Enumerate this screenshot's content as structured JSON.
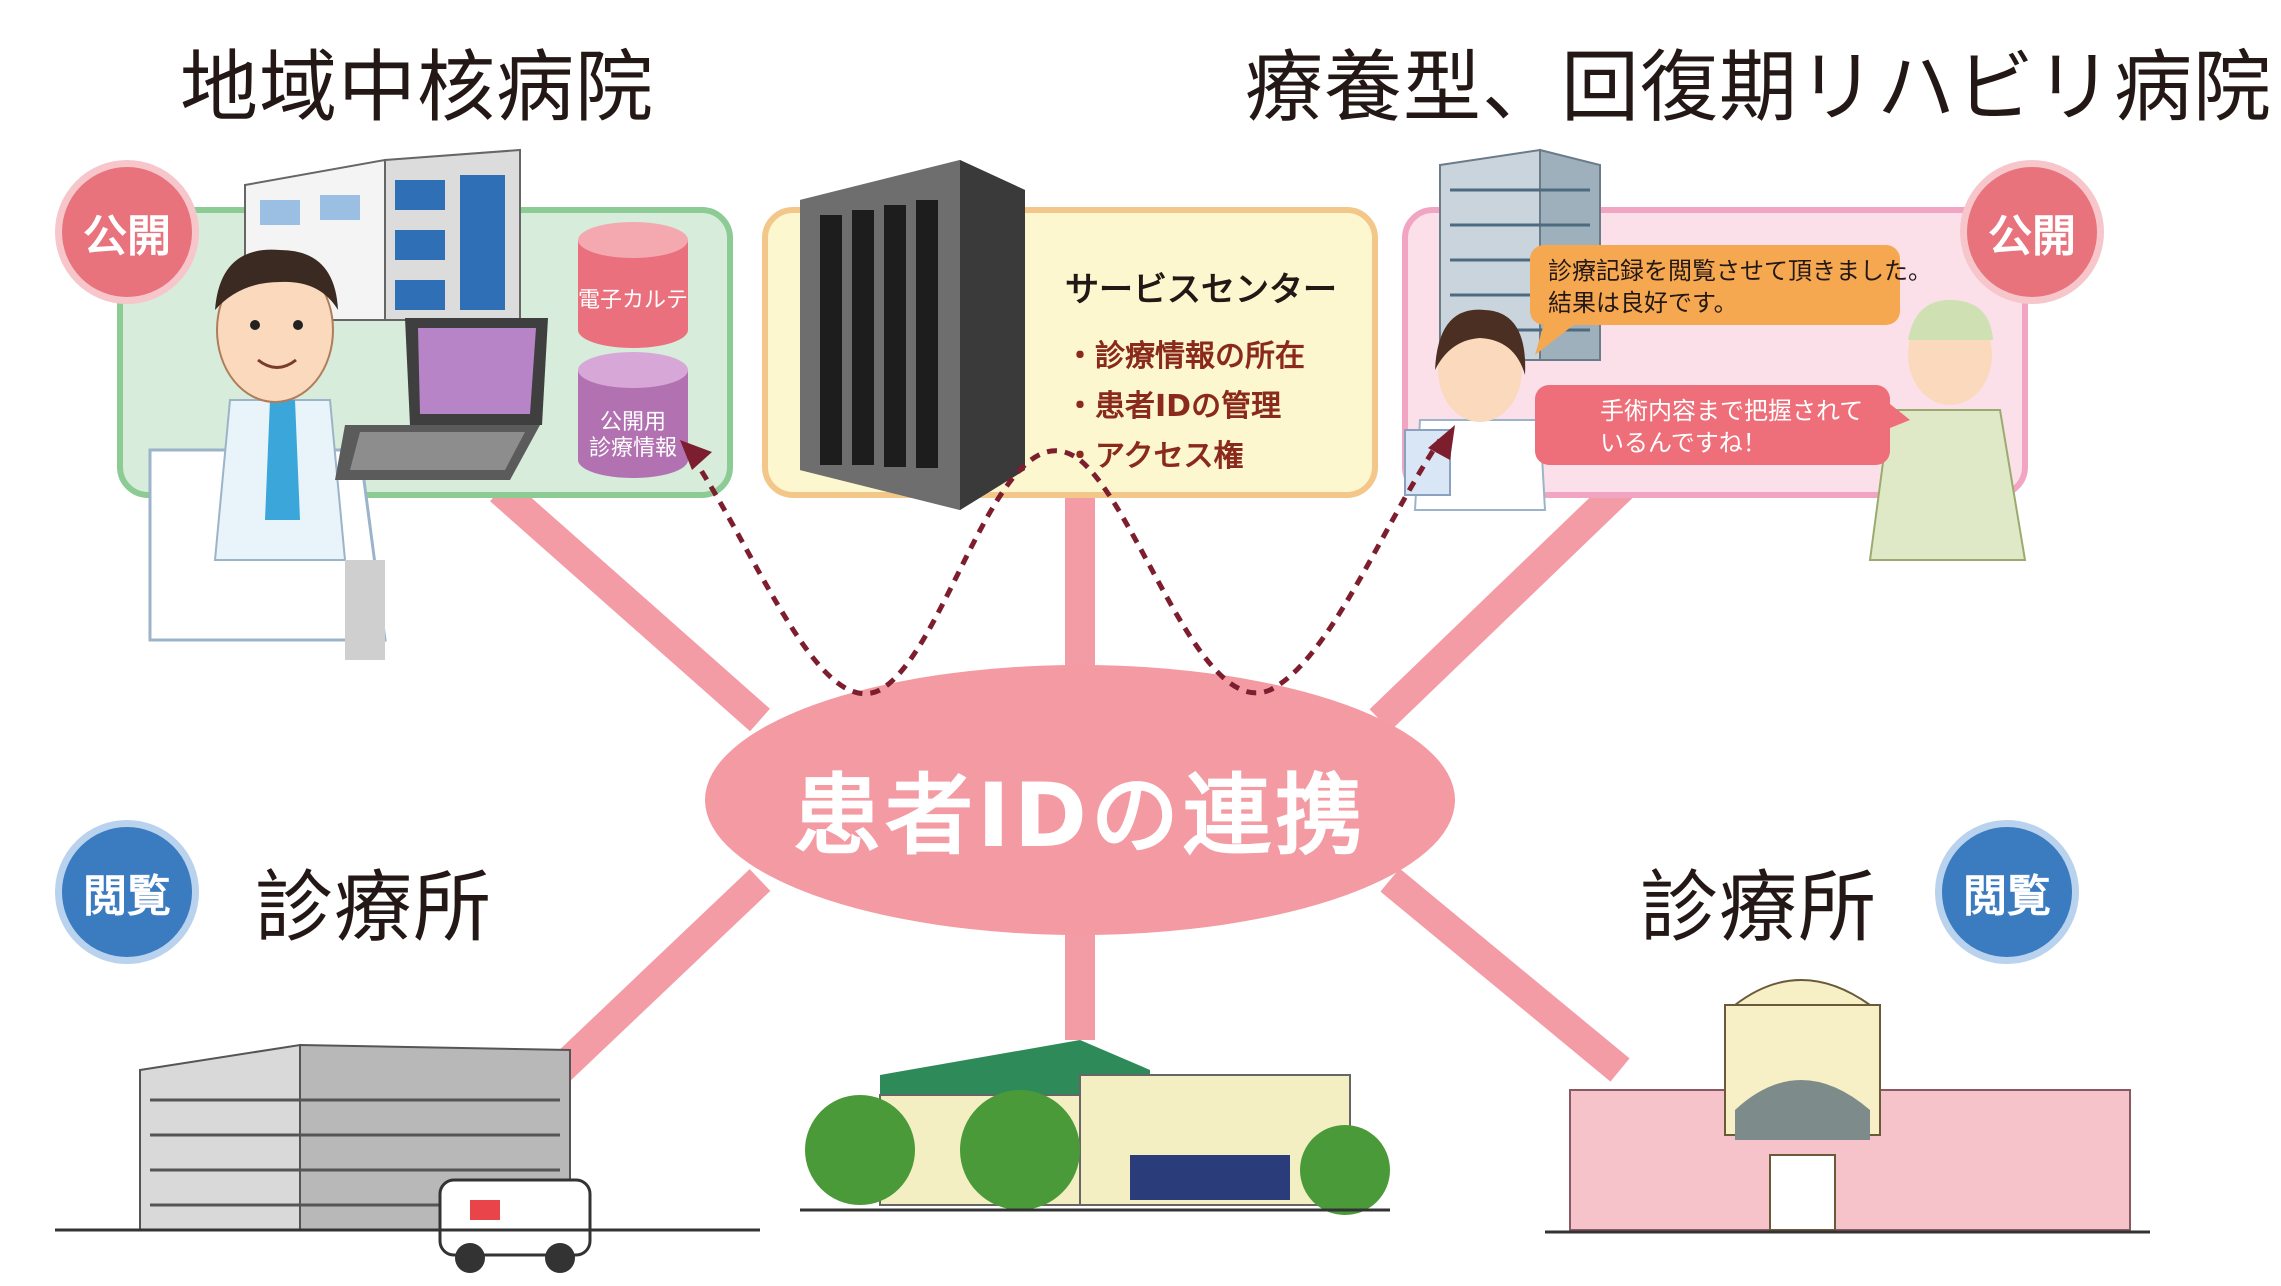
{
  "titles": {
    "top_left": "地域中核病院",
    "top_right": "療養型、回復期リハビリ病院",
    "bottom_left": "診療所",
    "bottom_right": "診療所"
  },
  "badges": {
    "top_left": "公開",
    "top_right": "公開",
    "bottom_left": "閲覧",
    "bottom_right": "閲覧"
  },
  "hub": {
    "label": "患者IDの連携"
  },
  "service_center": {
    "title": "サービスセンター",
    "items": [
      "・診療情報の所在",
      "・患者IDの管理",
      "・アクセス権"
    ]
  },
  "databases": {
    "emr": "電子カルテ",
    "public_line1": "公開用",
    "public_line2": "診療情報"
  },
  "bubbles": {
    "doctor_line1": "診療記録を閲覧させて頂きました。",
    "doctor_line2": "結果は良好です。",
    "patient_line1": "手術内容まで把握されて",
    "patient_line2": "いるんですね！"
  },
  "colors": {
    "hub_pink": "#f39aa3",
    "spoke_pink": "#f49ca5",
    "arrow_dark": "#7d1e2e",
    "green_panel": "#d7ecda",
    "green_border": "#8ccb94",
    "yellow_panel": "#fdf7cf",
    "yellow_border": "#f3c78a",
    "pink_panel": "#fbe0ea",
    "pink_border": "#f2a5c2",
    "db_red": "#e9707c",
    "db_purple": "#b271b1"
  }
}
